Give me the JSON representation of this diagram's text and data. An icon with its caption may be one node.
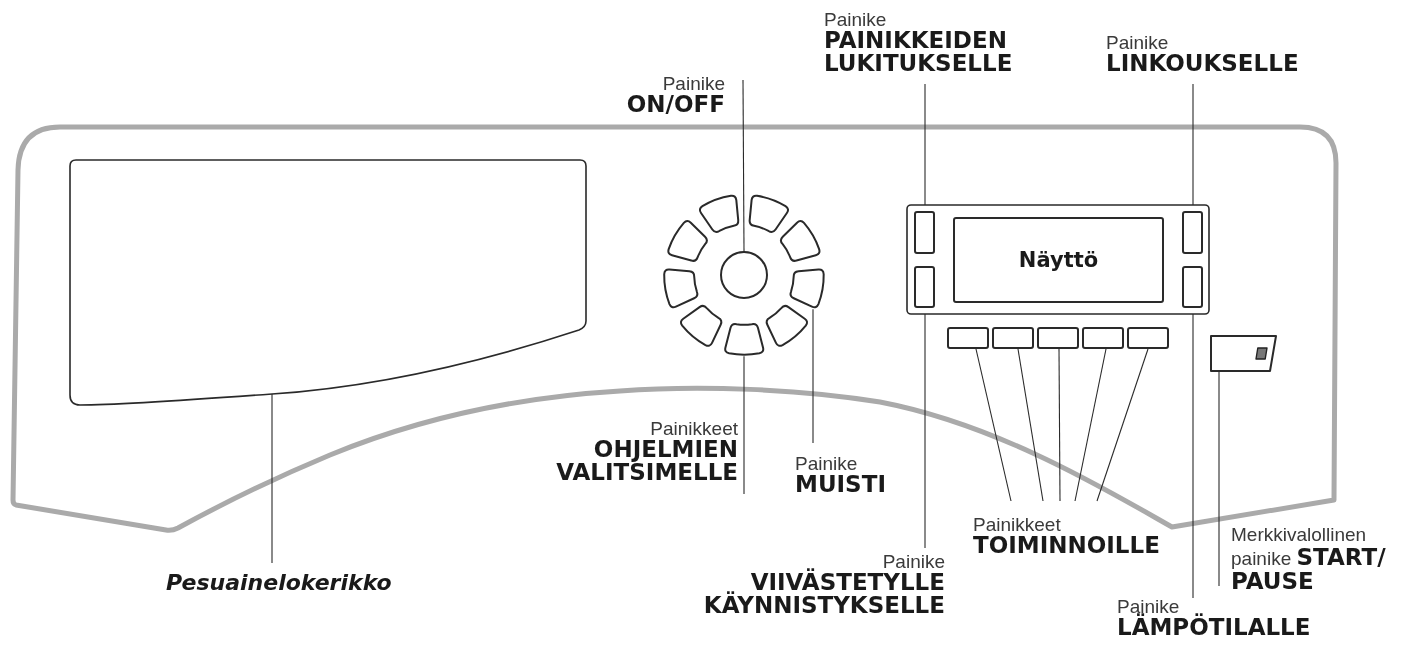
{
  "diagram": {
    "nodes": [
      {
        "text": [
          "Painike",
          "ON/OFF"
        ]
      },
      {
        "text": [
          "Painike",
          "PAINIKKEIDEN LUKITUKSELLE"
        ]
      },
      {
        "text": [
          "Painike",
          "LINKOUKSELLE"
        ]
      },
      {
        "text": [],
        "shape": "box"
      },
      {
        "text": [],
        "shape": "circle"
      },
      {
        "text": [],
        "shape": "segment"
      },
      {
        "text": [],
        "shape": "segment"
      },
      {
        "text": [],
        "shape": "segment"
      },
      {
        "text": [],
        "shape": "segment"
      },
      {
        "text": [],
        "shape": "segment"
      },
      {
        "text": [],
        "shape": "segment"
      },
      {
        "text": [],
        "shape": "segment"
      },
      {
        "text": [],
        "shape": "segment"
      },
      {
        "text": [],
        "shape": "segment"
      },
      {
        "text": [],
        "shape": "box"
      },
      {
        "text": [],
        "shape": "box",
        "in": 14
      },
      {
        "text": [
          "Näyttö"
        ],
        "in": 14
      },
      {
        "text": [],
        "shape": "box",
        "in": 14
      },
      {
        "text": [],
        "shape": "box",
        "in": 14
      },
      {
        "text": [],
        "shape": "box",
        "in": 14
      },
      {
        "text": [],
        "shape": "box"
      },
      {
        "text": [],
        "shape": "box"
      },
      {
        "text": [],
        "shape": "box"
      },
      {
        "text": [],
        "shape": "box"
      },
      {
        "text": [],
        "shape": "box"
      },
      {
        "text": [],
        "shape": "trapezoid"
      },
      {
        "text": [
          "Painikkeet",
          "OHJELMIEN VALITSIMELLE"
        ]
      },
      {
        "text": [
          "Painike",
          "MUISTI"
        ]
      },
      {
        "text": [
          "Pesuainelokerikko"
        ]
      },
      {
        "text": [
          "Painikkeet",
          "TOIMINNOILLE"
        ]
      },
      {
        "text": [
          "Merkkivalollinen painike **START/ PAUSE**"
        ]
      },
      {
        "text": [
          "Painike",
          "VIIVÄSTETYLLE KÄYNNISTYKSELLE"
        ]
      },
      {
        "text": [
          "Painike",
          "LÄMPÖTILALLE"
        ]
      }
    ],
    "edges": [
      {
        "from": 0,
        "to": 4,
        "arrow": "none"
      },
      {
        "from": 1,
        "to": 15,
        "arrow": "none"
      },
      {
        "from": 2,
        "to": 17,
        "arrow": "none"
      },
      {
        "from": 26,
        "to": 10,
        "arrow": "none"
      },
      {
        "from": 27,
        "to": 8,
        "arrow": "none"
      },
      {
        "from": 28,
        "to": 3,
        "arrow": "none"
      },
      {
        "from": 29,
        "to": 20,
        "arrow": "none"
      },
      {
        "from": 29,
        "to": 21,
        "arrow": "none"
      },
      {
        "from": 29,
        "to": 22,
        "arrow": "none"
      },
      {
        "from": 29,
        "to": 23,
        "arrow": "none"
      },
      {
        "from": 29,
        "to": 24,
        "arrow": "none"
      },
      {
        "from": 30,
        "to": 25,
        "arrow": "none"
      },
      {
        "from": 31,
        "to": 18,
        "arrow": "none"
      },
      {
        "from": 32,
        "to": 19,
        "arrow": "none"
      }
    ]
  }
}
